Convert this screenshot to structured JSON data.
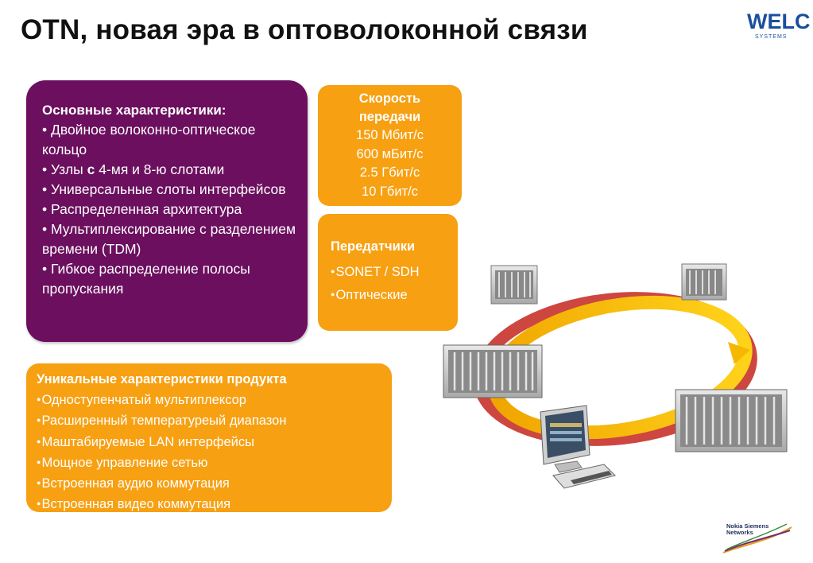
{
  "title": "OTN, новая эра в оптоволоконной связи",
  "logo_welcom": {
    "text": "WELCOM",
    "sub": "SYSTEMS"
  },
  "features": {
    "heading": "Основные характеристики:",
    "items": [
      "• Двойное волоконно-оптическое кольцо",
      "• Узлы",
      "с",
      "4-мя и 8-ю слотами",
      "• Универсальные слоты интерфейсов",
      "• Распределенная архитектура",
      "• Мультиплексирование с разделением времени (TDM)",
      "• Гибкое распределение полосы пропускания"
    ]
  },
  "speed": {
    "heading_line1": "Скорость",
    "heading_line2": "передачи",
    "values": [
      "150 Мбит/с",
      "600 мБит/с",
      "2.5 Гбит/с",
      "10 Гбит/с"
    ]
  },
  "transmitters": {
    "heading": "Передатчики",
    "items": [
      "SONET / SDH",
      "Оптические"
    ]
  },
  "unique": {
    "heading": "Уникальные характеристики продукта",
    "items": [
      "Одноступенчатый мультиплексор",
      "Расширенный температуреый диапазон",
      "Маштабируемые LAN интерфейсы",
      "Мощное управление сетью",
      "Встроенная аудио коммутация",
      "Встроенная видео коммутация"
    ]
  },
  "logo_nsn": {
    "line1": "Nokia Siemens",
    "line2": "Networks"
  },
  "colors": {
    "purple": "#6b0f5e",
    "orange": "#f7a012",
    "ring_red": "#c8322a",
    "ring_yellow": "#f5c200"
  }
}
